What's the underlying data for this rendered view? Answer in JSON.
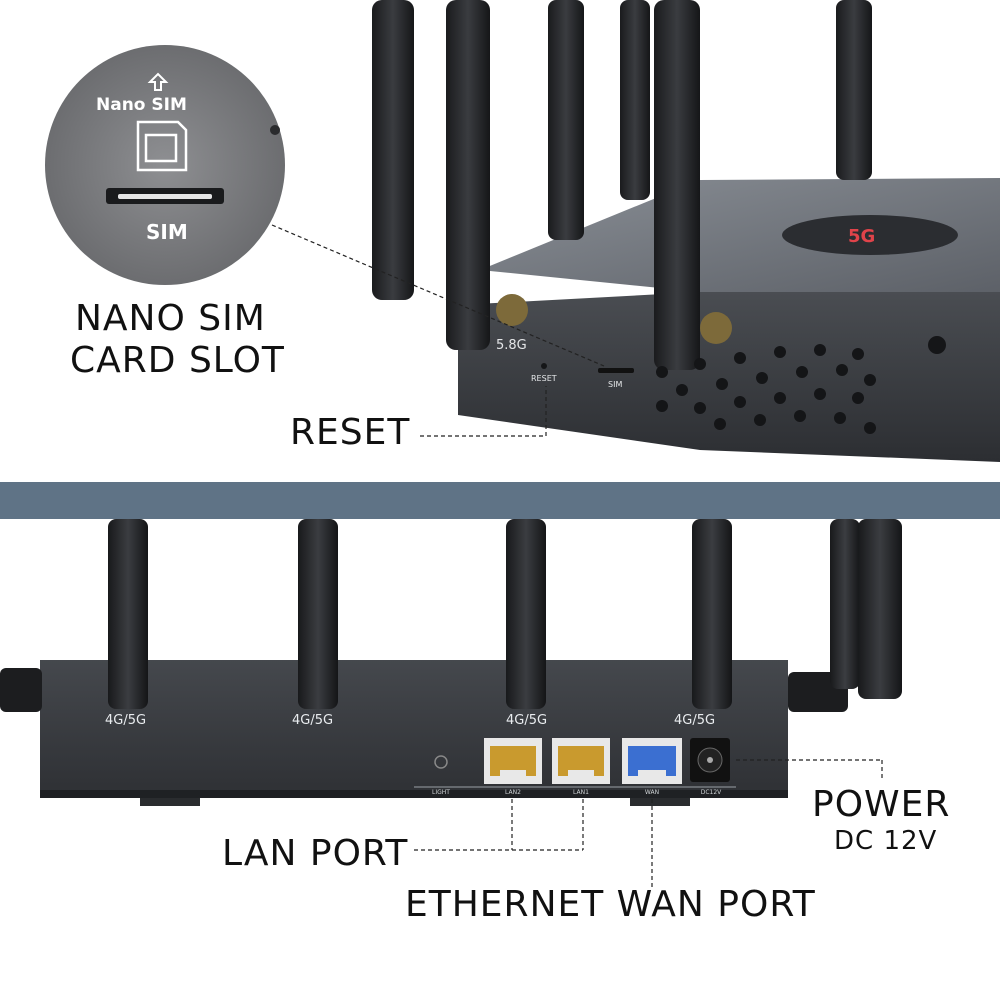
{
  "top_view": {
    "zoom_inset": {
      "header_label": "Nano SIM",
      "slot_label": "SIM"
    },
    "device_labels": {
      "band": "5.8G",
      "reset": "RESET",
      "sim": "SIM"
    },
    "callouts": {
      "sim_slot_line1": "NANO SIM",
      "sim_slot_line2": "CARD SLOT",
      "reset": "RESET"
    }
  },
  "bottom_view": {
    "antenna_labels": [
      "4G/5G",
      "4G/5G",
      "4G/5G",
      "4G/5G"
    ],
    "port_labels": [
      "LIGHT",
      "LAN2",
      "LAN1",
      "WAN",
      "DC12V"
    ],
    "callouts": {
      "power_line1": "POWER",
      "power_line2": "DC 12V",
      "lan_port": "LAN PORT",
      "wan_port": "ETHERNET WAN PORT"
    }
  },
  "colors": {
    "divider": "#5f7386",
    "lan_port": "#d8b14a",
    "wan_port": "#3b6fd1",
    "chassis": "#3a3d42"
  }
}
